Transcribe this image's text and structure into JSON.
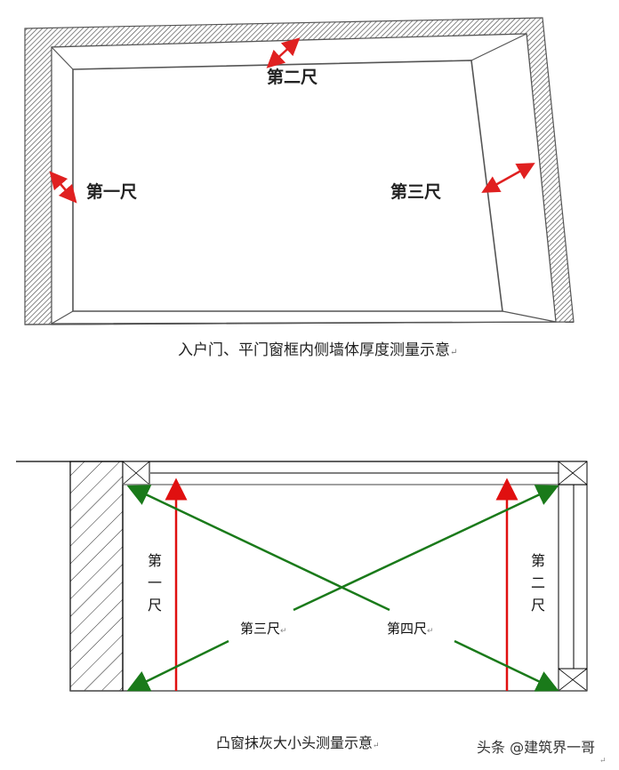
{
  "diagram1": {
    "caption": "入户门、平门窗框内侧墙体厚度测量示意",
    "caption_mark": "↵",
    "labels": {
      "ruler1": "第一尺",
      "ruler2": "第二尺",
      "ruler3": "第三尺"
    },
    "colors": {
      "arrow": "#e02020",
      "line": "#555555",
      "hatch": "#666666"
    }
  },
  "diagram2": {
    "caption": "凸窗抹灰大小头测量示意",
    "caption_mark": "↵",
    "labels": {
      "ruler1": [
        "第",
        "一",
        "尺"
      ],
      "ruler2": [
        "第",
        "二",
        "尺"
      ],
      "ruler3": "第三尺",
      "ruler4": "第四尺",
      "mark": "↵"
    },
    "colors": {
      "red_arrow": "#e01010",
      "green_arrow": "#1a7a1a",
      "line": "#000000",
      "frame": "#808080"
    }
  },
  "watermark": {
    "text": "头条 @建筑界一哥",
    "mark": "↵"
  }
}
